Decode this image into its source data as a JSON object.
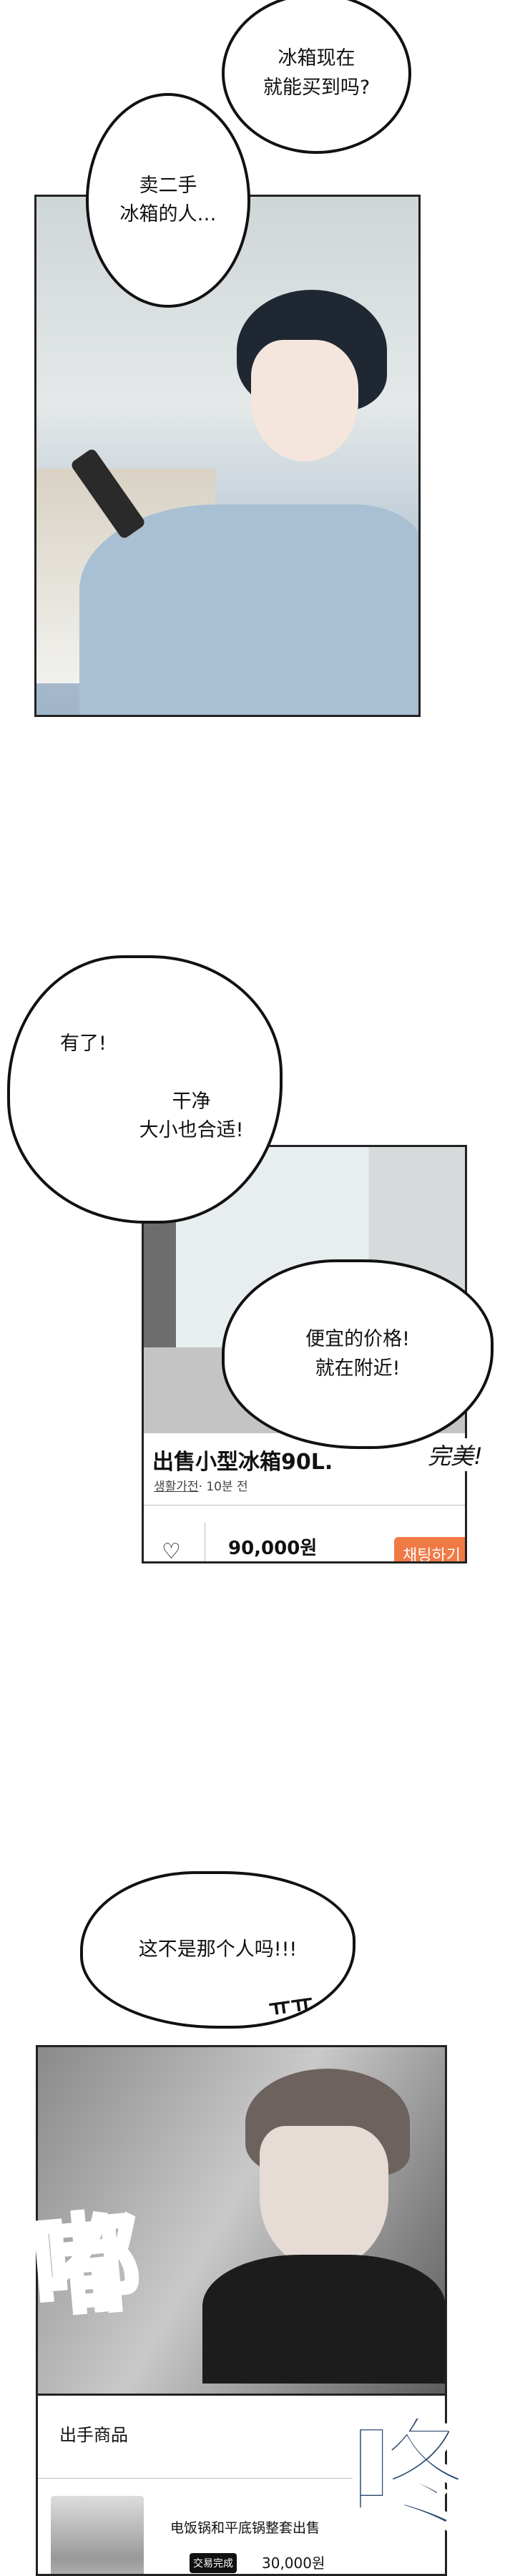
{
  "scene1": {
    "bubble_top": [
      "冰箱现在",
      "就能买到吗?"
    ],
    "bubble_left": [
      "卖二手",
      "冰箱的人…"
    ]
  },
  "scene2": {
    "bubble_found": "有了!",
    "bubble_clean": [
      "干净",
      "大小也合适!"
    ],
    "bubble_price": [
      "便宜的价格!",
      "就在附近!"
    ],
    "perfect": "完美!",
    "listing": {
      "title": "出售小型冰箱90L.",
      "category": "생활가전",
      "time": "· 10분 전",
      "price": "90,000원",
      "chat_button": "채팅하기",
      "like_icon": "heart-icon",
      "accent": "#f07a45"
    }
  },
  "scene3": {
    "bubble_shock": "这不是那个人吗!!!",
    "sob": "ㅠㅠ",
    "sfx_left": "嘟",
    "sfx_right": "咚",
    "sales": {
      "header": "出手商品",
      "item_title": "电饭锅和平底锅整套出售",
      "status_badge": "交易完成",
      "price": "30,000원"
    }
  }
}
